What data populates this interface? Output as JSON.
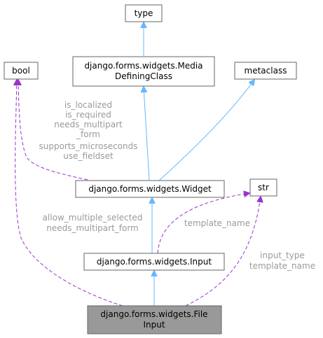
{
  "diagram": {
    "nodes": {
      "type": "type",
      "media1": "django.forms.widgets.Media",
      "media2": "DefiningClass",
      "bool": "bool",
      "metaclass": "metaclass",
      "widget": "django.forms.widgets.Widget",
      "str": "str",
      "input": "django.forms.widgets.Input",
      "file1": "django.forms.widgets.File",
      "file2": "Input"
    },
    "labels": {
      "bool_widget": [
        "is_localized",
        "is_required",
        "needs_multipart",
        "_form",
        "supports_microseconds",
        "use_fieldset"
      ],
      "bool_file": [
        "allow_multiple_selected",
        "needs_multipart_form"
      ],
      "str_input": [
        "template_name"
      ],
      "str_file": [
        "input_type",
        "template_name"
      ]
    },
    "colors": {
      "inheritance": "#63b8ff",
      "usage": "#9a32cd",
      "label": "#9a9a9a",
      "focus_node": "#999999"
    }
  }
}
